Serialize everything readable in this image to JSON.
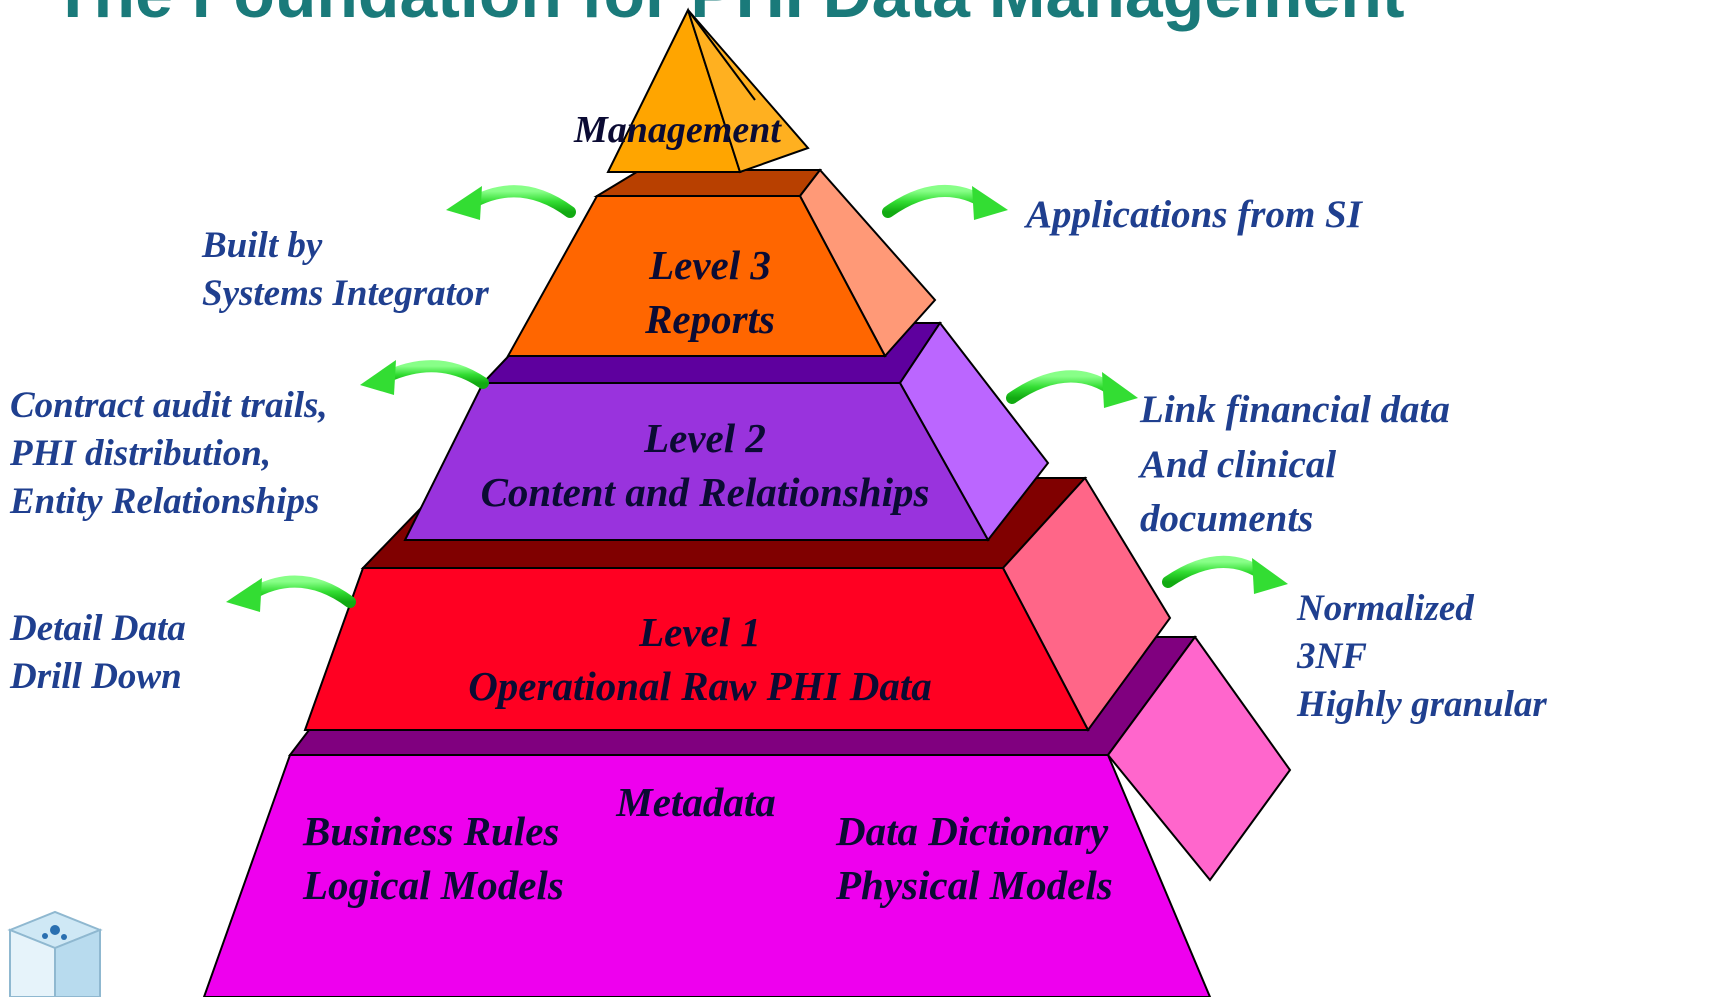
{
  "title": "The Foundation for PHI Data Management",
  "pyramid": {
    "apex": {
      "label": "Management",
      "color": "#FFA500"
    },
    "levels": [
      {
        "id": "level3",
        "lines": [
          "Level 3",
          "Reports"
        ],
        "front_color": "#FF6600",
        "side_color": "#FF9977",
        "top_color": "#B84000"
      },
      {
        "id": "level2",
        "lines": [
          "Level 2",
          "Content and Relationships"
        ],
        "front_color": "#9933DD",
        "side_color": "#BB66FF",
        "top_color": "#5E009E"
      },
      {
        "id": "level1",
        "lines": [
          "Level 1",
          "Operational Raw PHI Data"
        ],
        "front_color": "#FF0022",
        "side_color": "#FF6688",
        "top_color": "#800000"
      },
      {
        "id": "metadata",
        "heading": "Metadata",
        "left_lines": [
          "Business Rules",
          "Logical Models"
        ],
        "right_lines": [
          "Data Dictionary",
          "Physical Models"
        ],
        "front_color": "#EE00EE",
        "side_color": "#FF66CC",
        "top_color": "#80007F"
      }
    ]
  },
  "left_annotations": [
    {
      "id": "built-by",
      "lines": [
        "Built by",
        "Systems Integrator"
      ]
    },
    {
      "id": "contract",
      "lines": [
        "Contract audit trails,",
        "PHI distribution,",
        "Entity Relationships"
      ]
    },
    {
      "id": "detail",
      "lines": [
        "Detail Data",
        "Drill Down"
      ]
    }
  ],
  "right_annotations": [
    {
      "id": "applications",
      "lines": [
        "Applications from SI"
      ]
    },
    {
      "id": "link",
      "lines": [
        "Link financial data",
        "And clinical",
        "documents"
      ]
    },
    {
      "id": "normalized",
      "lines": [
        "Normalized",
        "3NF",
        "Highly granular"
      ]
    }
  ],
  "colors": {
    "title": "#1A7A7A",
    "annotation_text": "#1F3F8F",
    "level_text": "#0B0B33",
    "arrow": "#33DD33"
  }
}
